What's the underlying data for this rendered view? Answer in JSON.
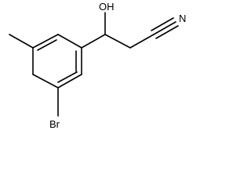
{
  "molecule": {
    "atoms": {
      "hydroxyl": "OH",
      "nitrile_n": "N",
      "bromine": "Br"
    }
  },
  "colors": {
    "bond": "#000000",
    "label": "#000000",
    "background": "#ffffff"
  }
}
